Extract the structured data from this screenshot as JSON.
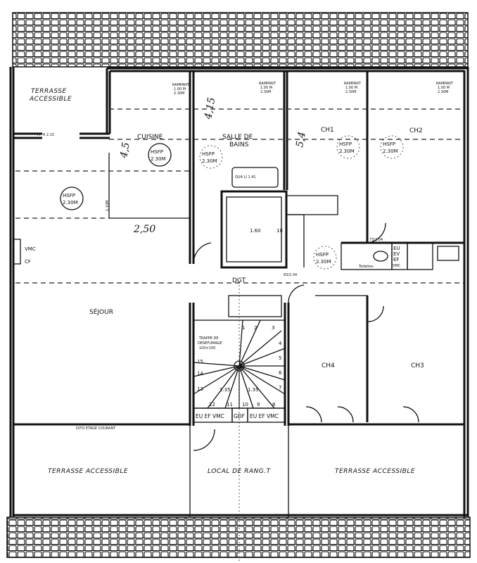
{
  "rooms": {
    "terrasse_top": [
      "TERRASSE",
      "ACCESSIBLE"
    ],
    "cuisine": "CUISINE",
    "salle_de_bains": [
      "SALLE DE",
      "BAINS"
    ],
    "ch1": "CH1",
    "ch2": "CH2",
    "ch3": "CH3",
    "ch4": "CH4",
    "sejour": "SÉJOUR",
    "dgt": "DGT",
    "toilettes": "Toilettes",
    "terrasse_left": "TERRASSE ACCESSIBLE",
    "local": "LOCAL DE RANG.T",
    "terrasse_right": "TERRASSE ACCESSIBLE"
  },
  "hsfp": {
    "label": "HSFP",
    "height": "2.30M"
  },
  "rampant": {
    "label": "RAMPANT",
    "low": "1.00 M",
    "high": "2.30M"
  },
  "annotations": {
    "vmc": "VMC",
    "cf": "CF",
    "pf": "PF H 2.15",
    "height_110": "1.10M",
    "bath_width": "1.60",
    "bath_18": "18",
    "qua": "QUA LI 1.41",
    "trappe": [
      "TRAPPE DE",
      "DESEFUMAGE",
      "100×100"
    ],
    "dito": "DITO ETAGE COURANT",
    "door_73": "73/2.04",
    "door_83": "83/2.04",
    "shaft_wc": [
      "EU",
      "EV",
      "EF",
      "VMC"
    ],
    "stair_width": "1.35"
  },
  "handwritten": {
    "kitchen": "4,5",
    "kitchen_bottom": "2,50",
    "bath": "4,15",
    "ch1": "5,4"
  },
  "stairs": {
    "steps": [
      "1",
      "2",
      "3",
      "4",
      "5",
      "6",
      "7",
      "8",
      "9",
      "10",
      "11",
      "12",
      "13",
      "14",
      "15"
    ]
  },
  "shafts": [
    "EU EF VMC",
    "GDF",
    "EU EF VMC"
  ]
}
